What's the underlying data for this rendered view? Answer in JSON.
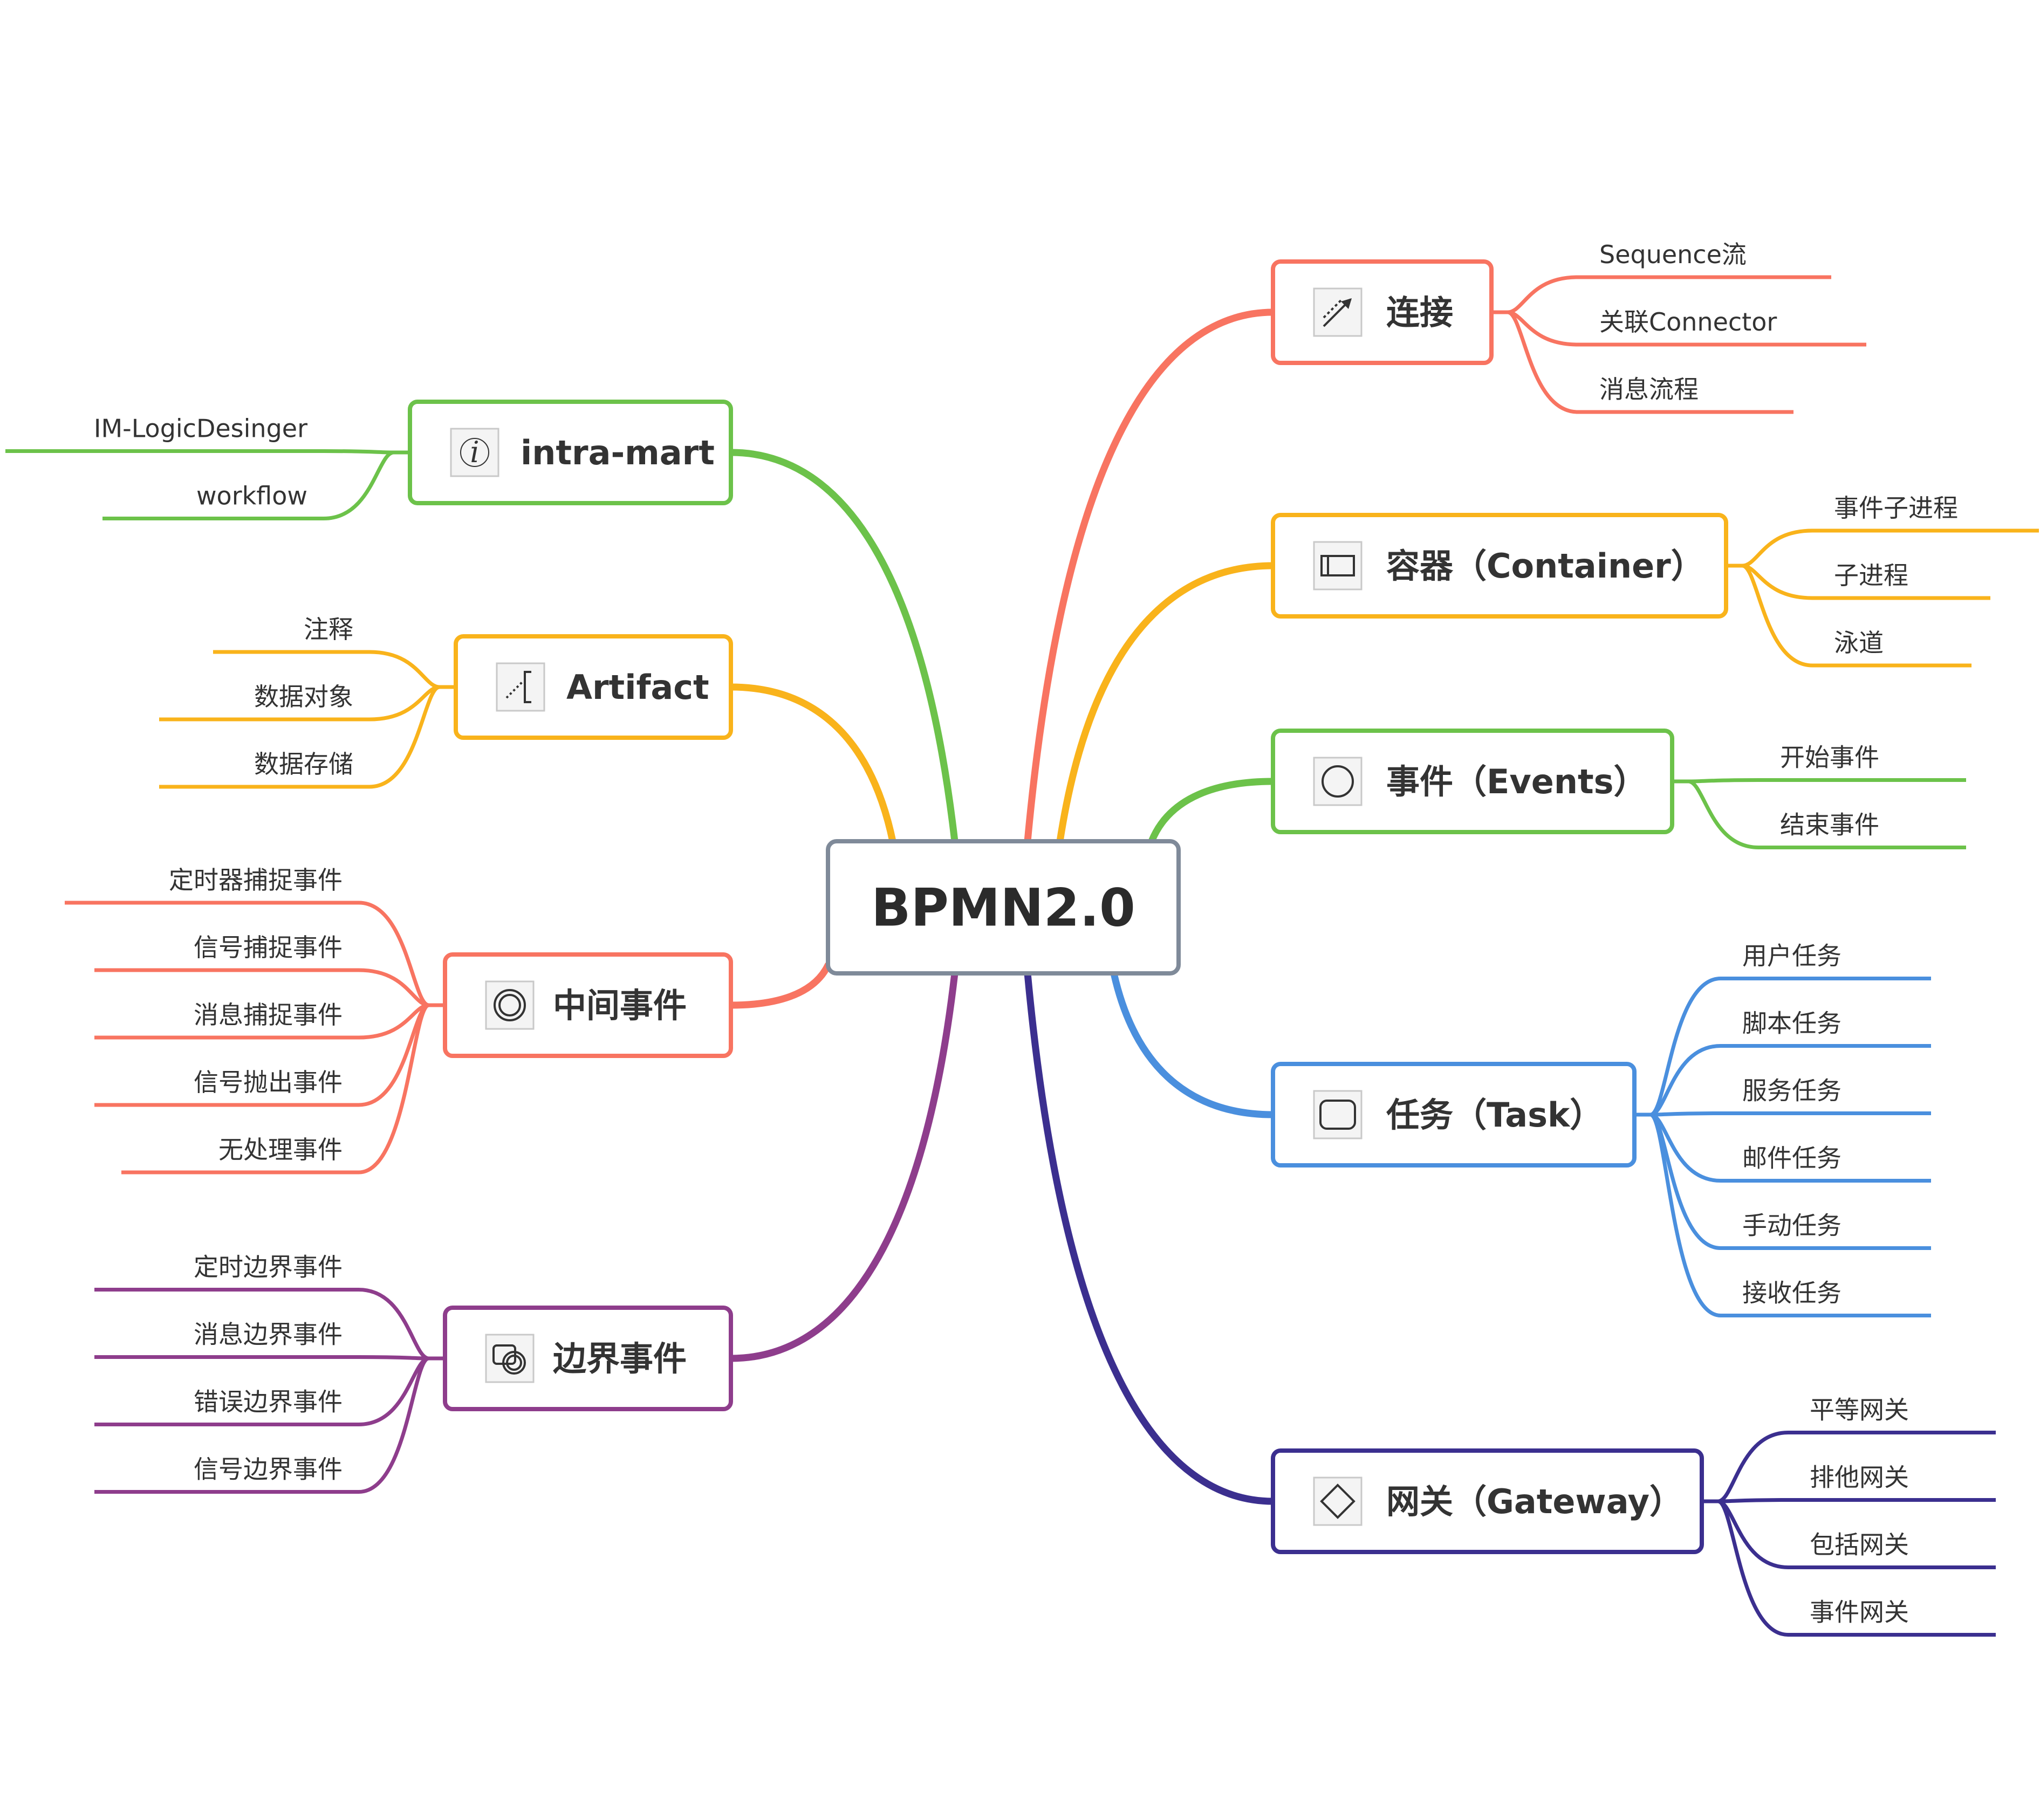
{
  "root": {
    "label": "BPMN2.0",
    "color": "#7f8a99"
  },
  "branches": [
    {
      "id": "intramart",
      "label": "intra-mart",
      "color": "#6cc24a",
      "icon": "info-icon",
      "children": [
        "IM-LogicDesinger",
        "workflow"
      ]
    },
    {
      "id": "artifact",
      "label": "Artifact",
      "color": "#f9b31b",
      "icon": "annotation-icon",
      "children": [
        "注释",
        "数据对象",
        "数据存储"
      ]
    },
    {
      "id": "intermediate",
      "label": "中间事件",
      "color": "#f87461",
      "icon": "double-circle-icon",
      "children": [
        "定时器捕捉事件",
        "信号捕捉事件",
        "消息捕捉事件",
        "信号抛出事件",
        "无处理事件"
      ]
    },
    {
      "id": "boundary",
      "label": "边界事件",
      "color": "#8e3d8c",
      "icon": "boundary-event-icon",
      "children": [
        "定时边界事件",
        "消息边界事件",
        "错误边界事件",
        "信号边界事件"
      ]
    },
    {
      "id": "connection",
      "label": "连接",
      "color": "#f87461",
      "icon": "connector-arrow-icon",
      "children": [
        "Sequence流",
        "关联Connector",
        "消息流程"
      ]
    },
    {
      "id": "container",
      "label": "容器（Container）",
      "color": "#f9b31b",
      "icon": "pool-icon",
      "children": [
        "事件子进程",
        "子进程",
        "泳道"
      ]
    },
    {
      "id": "events",
      "label": "事件（Events）",
      "color": "#6cc24a",
      "icon": "circle-icon",
      "children": [
        "开始事件",
        "结束事件"
      ]
    },
    {
      "id": "task",
      "label": "任务（Task）",
      "color": "#4a8fde",
      "icon": "rounded-rect-icon",
      "children": [
        "用户任务",
        "脚本任务",
        "服务任务",
        "邮件任务",
        "手动任务",
        "接收任务"
      ]
    },
    {
      "id": "gateway",
      "label": "网关（Gateway）",
      "color": "#3b2f8f",
      "icon": "diamond-icon",
      "children": [
        "平等网关",
        "排他网关",
        "包括网关",
        "事件网关"
      ]
    }
  ]
}
